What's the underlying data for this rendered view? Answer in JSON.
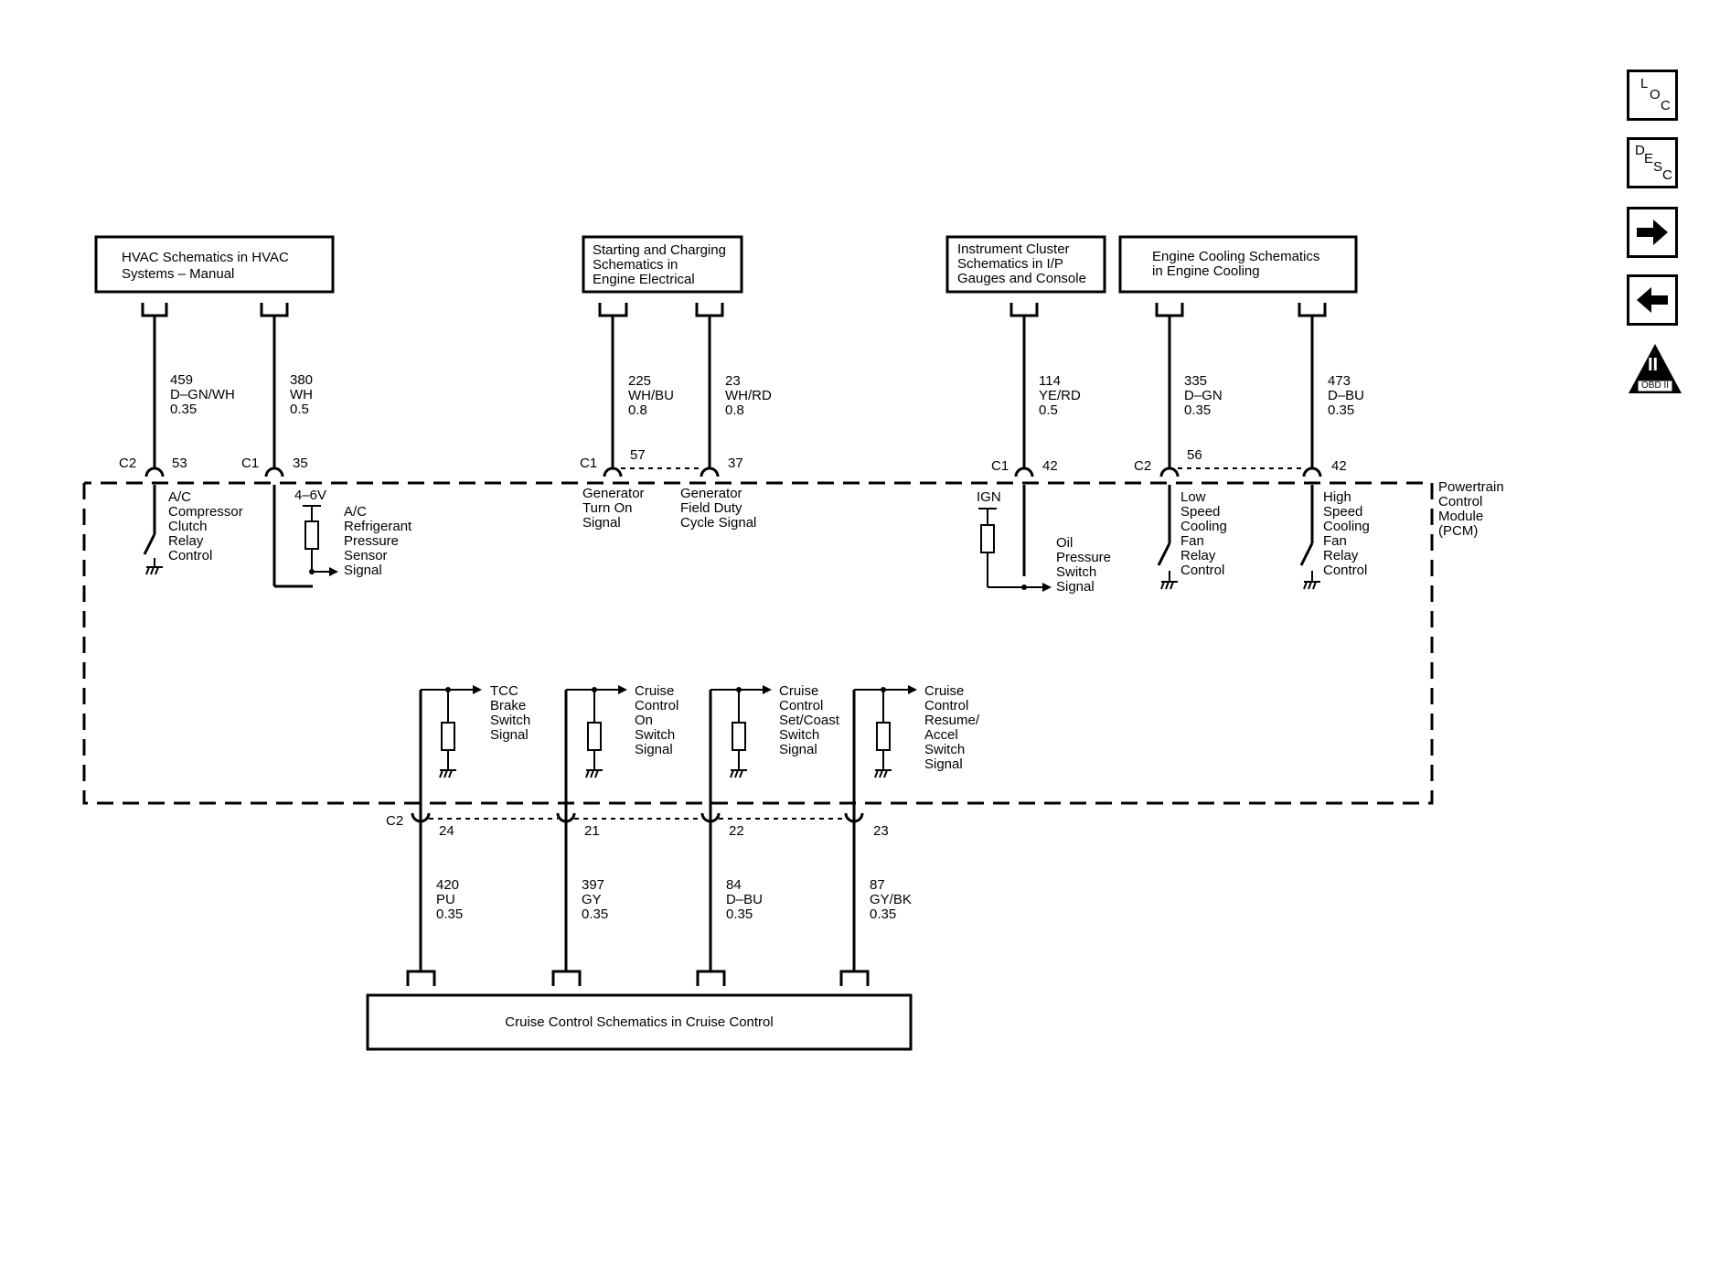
{
  "nav": {
    "loc": {
      "c1": "L",
      "c2": "O",
      "c3": "C"
    },
    "desc": {
      "c1": "D",
      "c2": "E",
      "c3": "S",
      "c4": "C"
    },
    "obd": {
      "numeral": "II",
      "label": "OBD II"
    }
  },
  "modules": {
    "hvac": {
      "line1": "HVAC Schematics in HVAC",
      "line2": "Systems – Manual"
    },
    "starting": {
      "line1": "Starting and Charging",
      "line2": "Schematics in",
      "line3": "Engine Electrical"
    },
    "instrument": {
      "line1": "Instrument Cluster",
      "line2": "Schematics in I/P",
      "line3": "Gauges and Console"
    },
    "cooling": {
      "line1": "Engine Cooling Schematics",
      "line2": "in Engine Cooling"
    },
    "cruise": {
      "line1": "Cruise Control Schematics in Cruise Control"
    }
  },
  "wires": [
    {
      "circuit": "459",
      "color": "D–GN/WH",
      "gauge": "0.35",
      "connector": "C2",
      "pin": "53"
    },
    {
      "circuit": "380",
      "color": "WH",
      "gauge": "0.5",
      "connector": "C1",
      "pin": "35"
    },
    {
      "circuit": "225",
      "color": "WH/BU",
      "gauge": "0.8",
      "connector": "C1",
      "pin": "57"
    },
    {
      "circuit": "23",
      "color": "WH/RD",
      "gauge": "0.8",
      "connector": "",
      "pin": "37"
    },
    {
      "circuit": "114",
      "color": "YE/RD",
      "gauge": "0.5",
      "connector": "C1",
      "pin": "42"
    },
    {
      "circuit": "335",
      "color": "D–GN",
      "gauge": "0.35",
      "connector": "C2",
      "pin": "56"
    },
    {
      "circuit": "473",
      "color": "D–BU",
      "gauge": "0.35",
      "connector": "",
      "pin": "42"
    },
    {
      "circuit": "420",
      "color": "PU",
      "gauge": "0.35",
      "connector": "C2",
      "pin": "24"
    },
    {
      "circuit": "397",
      "color": "GY",
      "gauge": "0.35",
      "connector": "",
      "pin": "21"
    },
    {
      "circuit": "84",
      "color": "D–BU",
      "gauge": "0.35",
      "connector": "",
      "pin": "22"
    },
    {
      "circuit": "87",
      "color": "GY/BK",
      "gauge": "0.35",
      "connector": "",
      "pin": "23"
    }
  ],
  "pcm": {
    "line1": "Powertrain",
    "line2": "Control",
    "line3": "Module",
    "line4": "(PCM)"
  },
  "internal": {
    "acclutch": [
      "A/C",
      "Compressor",
      "Clutch",
      "Relay",
      "Control"
    ],
    "voltage": "4–6V",
    "acpressure": [
      "A/C",
      "Refrigerant",
      "Pressure",
      "Sensor",
      "Signal"
    ],
    "genturnon": [
      "Generator",
      "Turn On",
      "Signal"
    ],
    "genfield": [
      "Generator",
      "Field Duty",
      "Cycle Signal"
    ],
    "ign": "IGN",
    "oilpressure": [
      "Oil",
      "Pressure",
      "Switch",
      "Signal"
    ],
    "lowfan": [
      "Low",
      "Speed",
      "Cooling",
      "Fan",
      "Relay",
      "Control"
    ],
    "highfan": [
      "High",
      "Speed",
      "Cooling",
      "Fan",
      "Relay",
      "Control"
    ],
    "tcc": [
      "TCC",
      "Brake",
      "Switch",
      "Signal"
    ],
    "cruiseon": [
      "Cruise",
      "Control",
      "On",
      "Switch",
      "Signal"
    ],
    "cruiseset": [
      "Cruise",
      "Control",
      "Set/Coast",
      "Switch",
      "Signal"
    ],
    "cruiseresume": [
      "Cruise",
      "Control",
      "Resume/",
      "Accel",
      "Switch",
      "Signal"
    ]
  }
}
